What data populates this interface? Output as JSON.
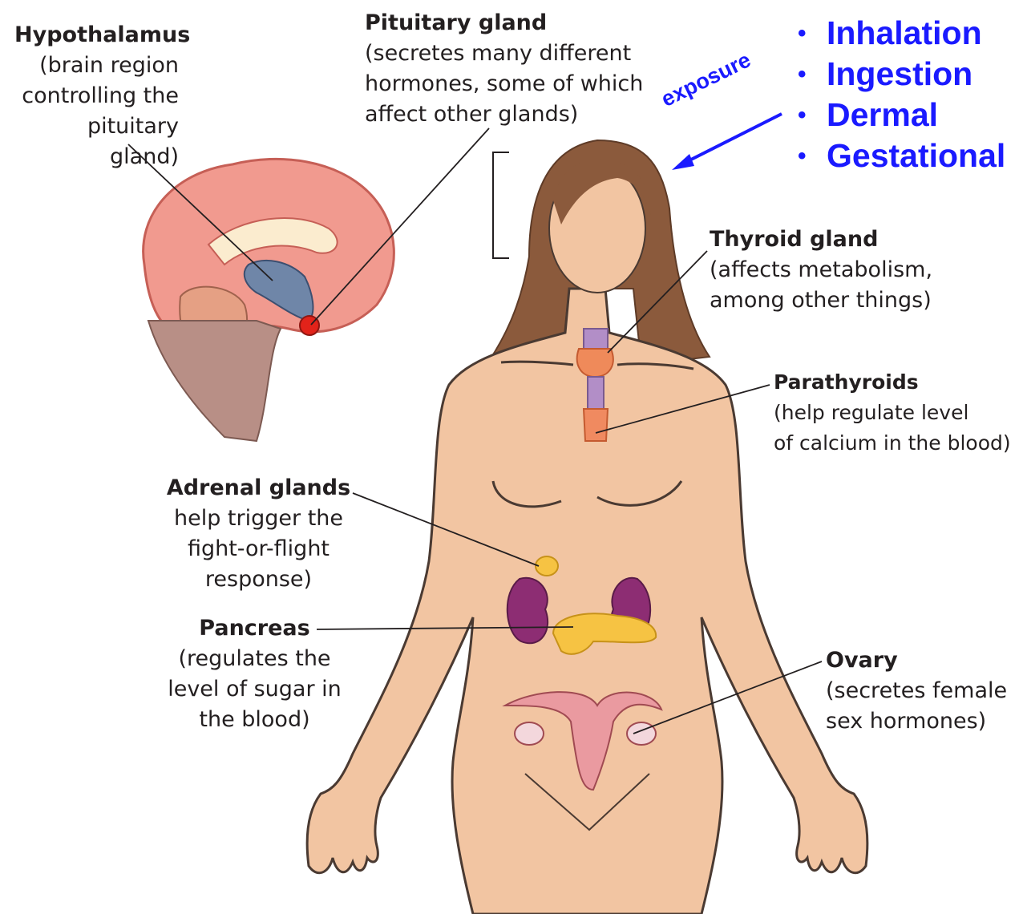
{
  "colors": {
    "text": "#231f20",
    "accent_blue": "#1a1aff",
    "skin": "#f2c5a2",
    "skin_outline": "#4a3a32",
    "hair": "#8b5a3c",
    "brain": "#f19a8f",
    "hypothalamus": "#6f86a8",
    "pituitary": "#e2231a",
    "thyroid": "#ef8a5a",
    "kidney": "#8d2d73",
    "pancreas": "#f6c343",
    "uterus": "#ea9aa0"
  },
  "labels": {
    "hypothalamus": {
      "title": "Hypothalamus",
      "desc": [
        "(brain region",
        "controlling the",
        "pituitary gland)"
      ]
    },
    "pituitary": {
      "title": "Pituitary gland",
      "desc": [
        "(secretes many different",
        "hormones, some of which",
        "affect other glands)"
      ]
    },
    "thyroid": {
      "title": "Thyroid gland",
      "desc": [
        "(affects metabolism,",
        "among other things)"
      ]
    },
    "parathyroids": {
      "title": "Parathyroids",
      "desc": [
        "(help regulate level",
        "of calcium in the blood)"
      ]
    },
    "adrenal": {
      "title": "Adrenal glands",
      "desc": [
        "help trigger the",
        "fight-or-flight",
        "response)"
      ]
    },
    "pancreas": {
      "title": "Pancreas",
      "desc": [
        "(regulates the",
        "level of sugar in",
        "the blood)"
      ]
    },
    "ovary": {
      "title": "Ovary",
      "desc": [
        "(secretes female",
        "sex hormones)"
      ]
    }
  },
  "exposure": {
    "label": "exposure",
    "routes": [
      "Inhalation",
      "Ingestion",
      "Dermal",
      "Gestational"
    ]
  },
  "icons": [
    "brain-illustration",
    "female-body-illustration",
    "thyroid-organ",
    "kidney-organ",
    "pancreas-organ",
    "uterus-organ",
    "exposure-arrow"
  ]
}
